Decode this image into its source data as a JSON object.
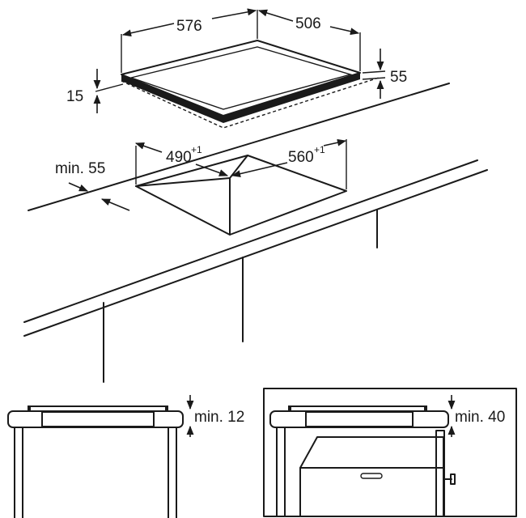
{
  "top_view": {
    "width_label": "576",
    "depth_label": "506",
    "frame_height_label": "15",
    "total_height_label": "55"
  },
  "cutout": {
    "edge_distance_label": "min. 55",
    "depth_label": "490",
    "depth_tolerance": "+1",
    "width_label": "560",
    "width_tolerance": "+1"
  },
  "section_left": {
    "clearance_label": "min. 12"
  },
  "section_right": {
    "clearance_label": "min. 40"
  }
}
